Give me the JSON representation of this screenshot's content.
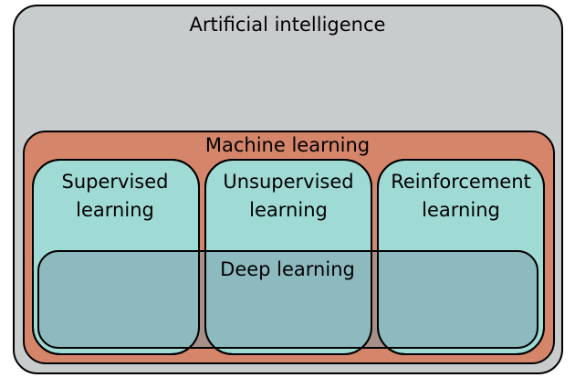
{
  "diagram": {
    "ai": {
      "label": "Artificial intelligence"
    },
    "ml": {
      "label": "Machine learning"
    },
    "supervised": {
      "line1": "Supervised",
      "line2": "learning"
    },
    "unsupervised": {
      "line1": "Unsupervised",
      "line2": "learning"
    },
    "reinforcement": {
      "line1": "Reinforcement",
      "line2": "learning"
    },
    "dl": {
      "label": "Deep learning"
    }
  },
  "colors": {
    "ai_fill": "#c8cccd",
    "ml_fill": "#d5856a",
    "subfield_fill": "#9fdad5",
    "dl_fill": "#a2b8bf",
    "stroke": "#000000"
  }
}
